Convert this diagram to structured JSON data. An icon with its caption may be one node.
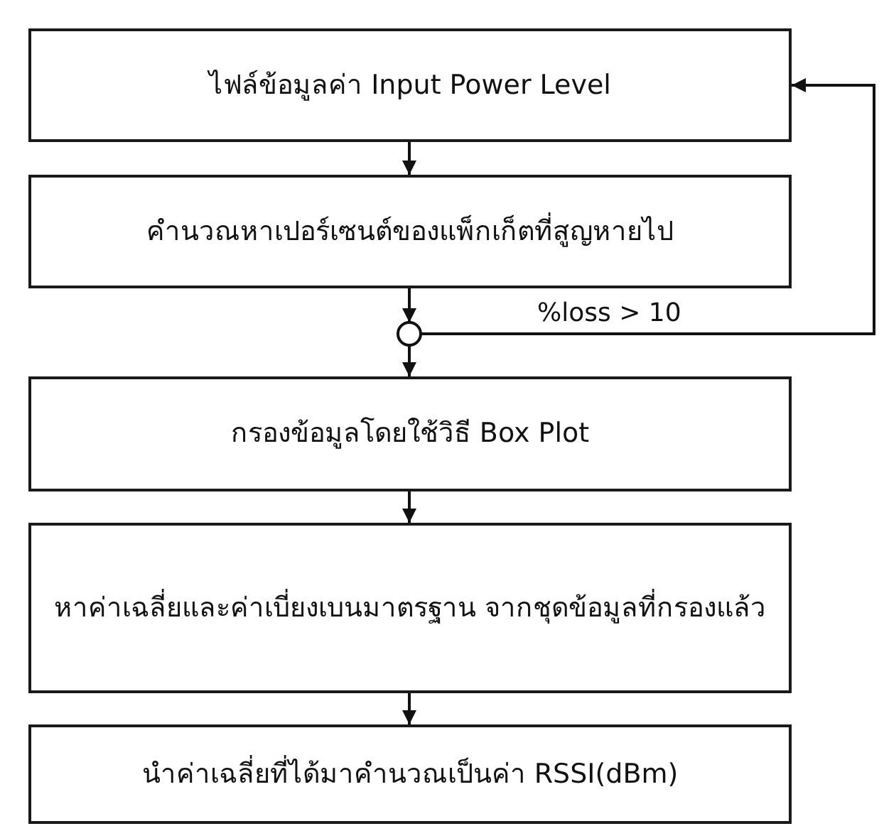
{
  "diagram": {
    "nodes": [
      {
        "text": [
          "ไฟล์ข้อมูลค่า Input Power Level"
        ]
      },
      {
        "text": [
          "คำนวณหาเปอร์เซนต์ของแพ็กเก็ตที่สูญหายไป"
        ]
      },
      {
        "text": [],
        "shape": "circle"
      },
      {
        "text": [
          "กรองข้อมูลโดยใช้วิธี Box Plot"
        ]
      },
      {
        "text": [
          "หาค่าเฉลี่ยและค่าเบี่ยงเบนมาตรฐาน จากชุดข้อมูลที่กรองแล้ว"
        ]
      },
      {
        "text": [
          "นำค่าเฉลี่ยที่ได้มาคำนวณเป็นค่า RSSI(dBm)"
        ]
      }
    ],
    "edges": [
      {
        "from": 0,
        "to": 1,
        "arrow": "to"
      },
      {
        "from": 1,
        "to": 2,
        "arrow": "to"
      },
      {
        "from": 2,
        "to": 3,
        "arrow": "to"
      },
      {
        "from": 3,
        "to": 4,
        "arrow": "to"
      },
      {
        "from": 4,
        "to": 5,
        "arrow": "to"
      },
      {
        "from": 2,
        "to": 0,
        "arrow": "to",
        "label": "%loss > 10"
      }
    ]
  }
}
